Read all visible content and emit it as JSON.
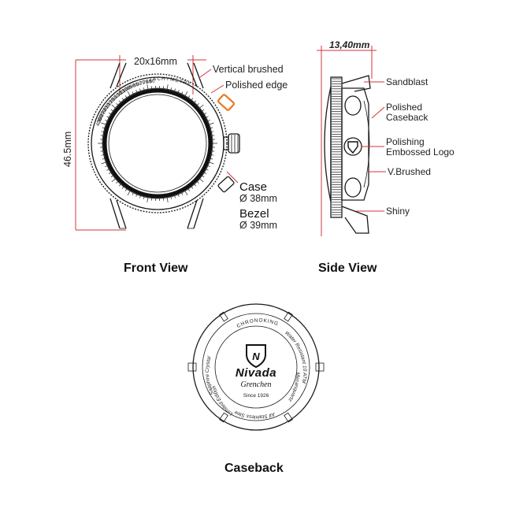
{
  "front_view": {
    "title": "Front View",
    "lug_width": "20x16mm",
    "height_dim": "46.5mm",
    "callout_vertical_brushed": "Vertical brushed",
    "callout_polished_edge": "Polished edge",
    "case_label": "Case",
    "case_dim": "Ø 38mm",
    "bezel_label": "Bezel",
    "bezel_dim": "Ø 39mm",
    "tachymetre_label": "TACHYMETRE",
    "tachy_scale": [
      "60",
      "65",
      "70",
      "75",
      "80",
      "85",
      "90",
      "95",
      "100",
      "110",
      "120",
      "130",
      "140",
      "150",
      "170",
      "190",
      "210",
      "240",
      "270",
      "300",
      "360",
      "400"
    ],
    "accent_color": "#e87722"
  },
  "side_view": {
    "title": "Side View",
    "thickness_dim": "13,40mm",
    "callouts": {
      "sandblast": "Sandblast",
      "polished_caseback_1": "Polished",
      "polished_caseback_2": "Caseback",
      "polishing_logo_1": "Polishing",
      "polishing_logo_2": "Embossed Logo",
      "v_brushed": "V.Brushed",
      "shiny": "Shiny"
    }
  },
  "caseback": {
    "title": "Caseback",
    "model": "CHRONOKING",
    "brand": "Nivada",
    "brand_city": "Grenchen",
    "since": "Since 1926",
    "logo_letter": "N",
    "ring_right": "Water Resistant 10 ATM",
    "ring_right_low": "Mecanquartz",
    "ring_bottom": "All Stainless Steel",
    "ring_left": "Sapphire Crystal",
    "ring_left_low": "Limited Edition"
  },
  "colors": {
    "dimension_line": "#d13438",
    "ink": "#1a1a1a",
    "background": "#ffffff"
  }
}
